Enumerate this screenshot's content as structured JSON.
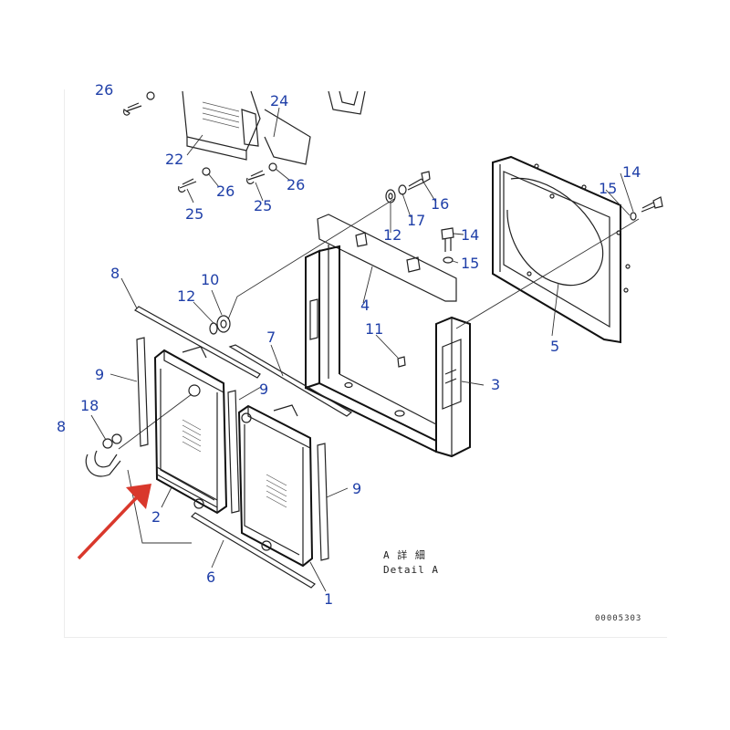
{
  "diagram": {
    "part_labels": [
      {
        "id": "26",
        "text": "26"
      },
      {
        "id": "24",
        "text": "24"
      },
      {
        "id": "22",
        "text": "22"
      },
      {
        "id": "26b",
        "text": "26"
      },
      {
        "id": "26c",
        "text": "26"
      },
      {
        "id": "25a",
        "text": "25"
      },
      {
        "id": "25b",
        "text": "25"
      },
      {
        "id": "16",
        "text": "16"
      },
      {
        "id": "17",
        "text": "17"
      },
      {
        "id": "12a",
        "text": "12"
      },
      {
        "id": "14a",
        "text": "14"
      },
      {
        "id": "15a",
        "text": "15"
      },
      {
        "id": "14b",
        "text": "14"
      },
      {
        "id": "15b",
        "text": "15"
      },
      {
        "id": "8",
        "text": "8"
      },
      {
        "id": "10",
        "text": "10"
      },
      {
        "id": "12b",
        "text": "12"
      },
      {
        "id": "4",
        "text": "4"
      },
      {
        "id": "11",
        "text": "11"
      },
      {
        "id": "5",
        "text": "5"
      },
      {
        "id": "7",
        "text": "7"
      },
      {
        "id": "9a",
        "text": "9"
      },
      {
        "id": "9b",
        "text": "9"
      },
      {
        "id": "3",
        "text": "3"
      },
      {
        "id": "18",
        "text": "18"
      },
      {
        "id": "8b",
        "text": "8"
      },
      {
        "id": "2",
        "text": "2"
      },
      {
        "id": "9c",
        "text": "9"
      },
      {
        "id": "6",
        "text": "6"
      },
      {
        "id": "1",
        "text": "1"
      }
    ],
    "detail_label_jp": "A 詳 細",
    "detail_label_en": "Detail A",
    "drawing_code": "00005303",
    "highlight_color": "#d9382c",
    "label_color": "#1f3fa8"
  }
}
